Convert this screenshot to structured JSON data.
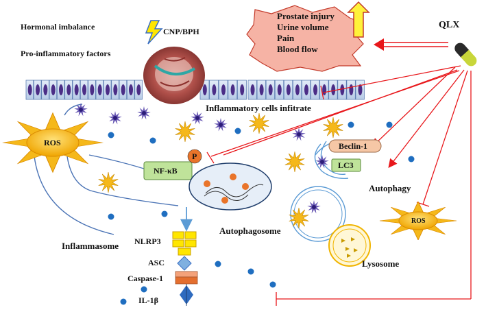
{
  "labels": {
    "hormonal": "Hormonal imbalance",
    "cnp": "CNP/BPH",
    "proinflammatory": "Pro-inflammatory factors",
    "inflammatory_cells": "Inflammatory cells infitrate",
    "ros_main": "ROS",
    "ros_small": "ROS",
    "nfkb": "NF-κB",
    "p": "P",
    "beclin": "Beclin-1",
    "lc3": "LC3",
    "autophagy": "Autophagy",
    "autophagosome": "Autophagosome",
    "inflammasome": "Inflammasome",
    "nlrp3": "NLRP3",
    "asc": "ASC",
    "caspase": "Caspase-1",
    "il1b": "IL-1β",
    "lysosome": "Lysosome",
    "qlx": "QLX"
  },
  "prostate_effects": [
    "Prostate injury",
    "Urine volume",
    "Pain",
    "Blood flow"
  ],
  "colors": {
    "inhibit_arrow": "#e8171b",
    "cell_fill": "#c9d8ee",
    "cell_nucleus": "#4b2d86",
    "ros_fill": "#f5b81a",
    "nfkb_fill": "#bfe39a",
    "beclin_fill": "#f6c7a6",
    "dot_blue": "#1f6ec0",
    "orange_dot": "#e9742a"
  }
}
